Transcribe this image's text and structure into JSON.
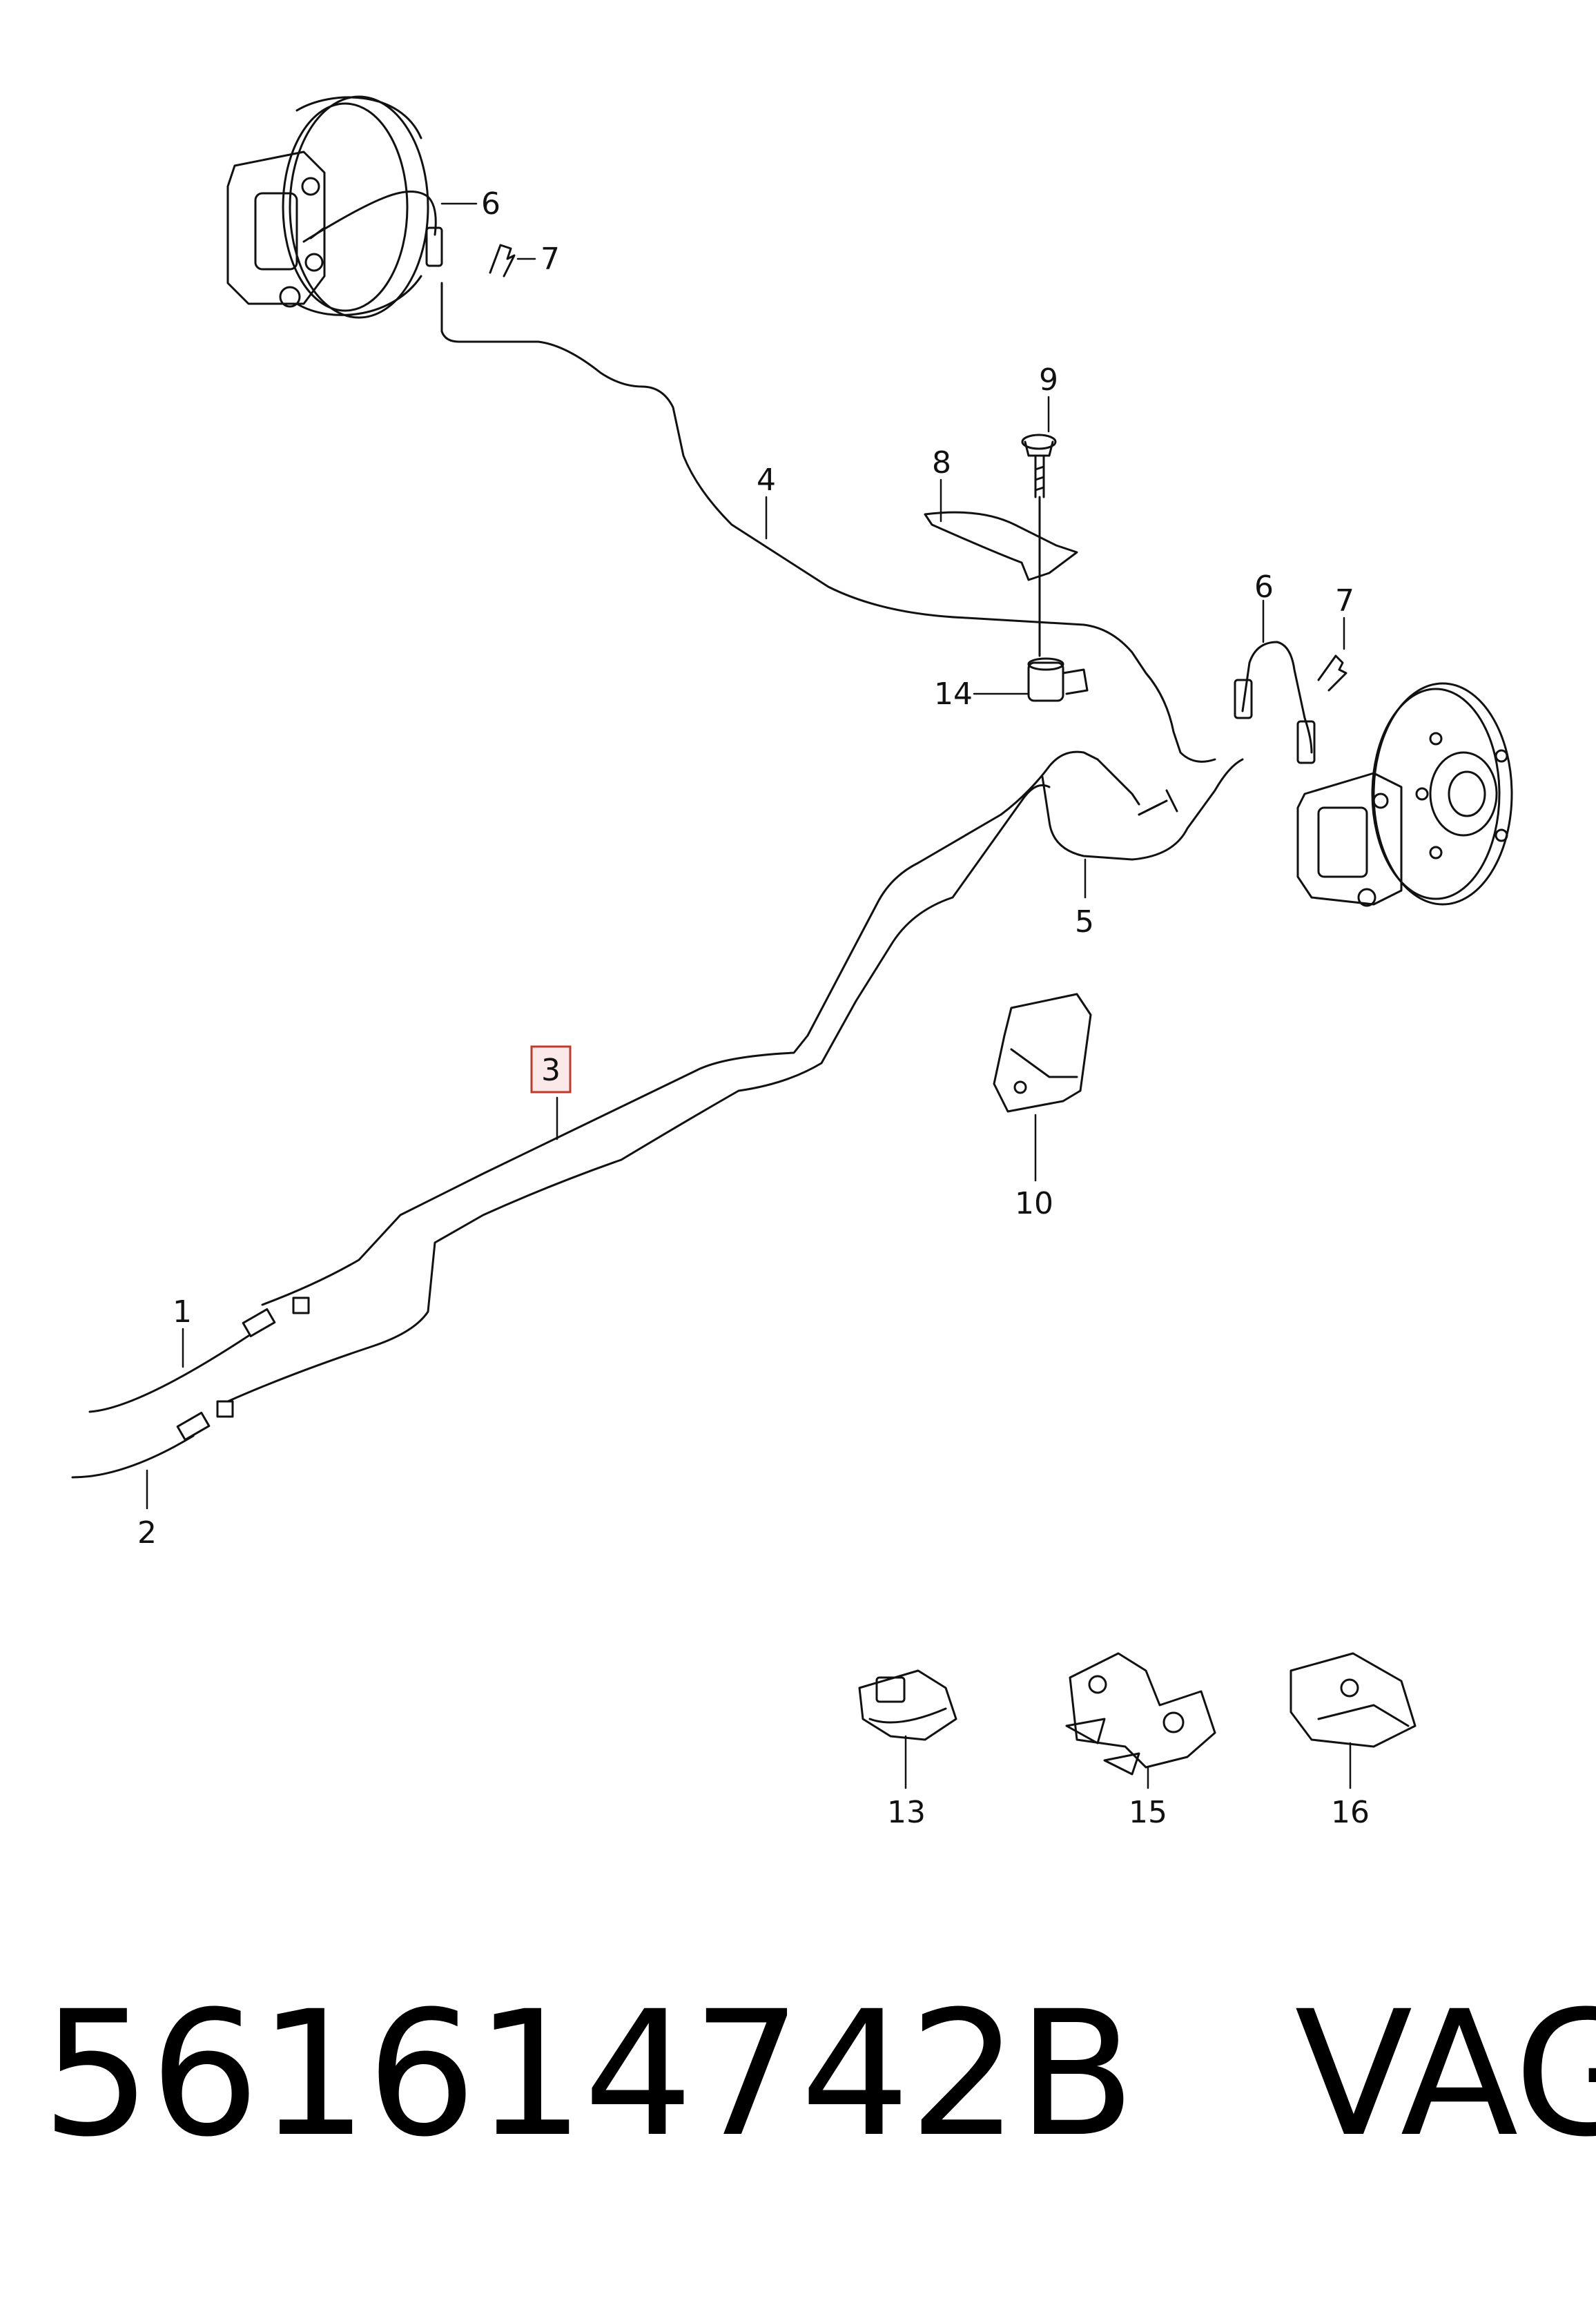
{
  "callouts": {
    "c1": "1",
    "c2": "2",
    "c3": "3",
    "c4": "4",
    "c5": "5",
    "c6a": "6",
    "c6b": "6",
    "c7a": "7",
    "c7b": "7",
    "c8": "8",
    "c9": "9",
    "c10": "10",
    "c13": "13",
    "c14": "14",
    "c15": "15",
    "c16": "16"
  },
  "highlight_color": "#c0392b",
  "part_number": "561614742B",
  "brand": "VAG"
}
